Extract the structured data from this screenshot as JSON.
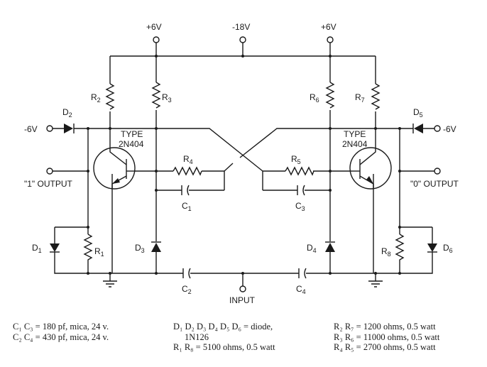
{
  "labels": {
    "p6v_left": "+6V",
    "m18v": "-18V",
    "p6v_right": "+6V",
    "m6v_left": "-6V",
    "m6v_right": "-6V",
    "out1": "\"1\" OUTPUT",
    "out0": "\"0\" OUTPUT",
    "input": "INPUT",
    "type_left": "TYPE",
    "model_left": "2N404",
    "type_right": "TYPE",
    "model_right": "2N404"
  },
  "components": {
    "R2": "R2",
    "R3": "R3",
    "R4": "R4",
    "R5": "R5",
    "R6": "R6",
    "R7": "R7",
    "R8": "R8",
    "R1": "R1",
    "C1": "C1",
    "C2": "C2",
    "C3": "C3",
    "C4": "C4",
    "D1": "D1",
    "D2": "D2",
    "D3": "D3",
    "D4": "D4",
    "D5": "D5",
    "D6": "D6"
  },
  "legend": {
    "col1": [
      "C₁ C₃ = 180 pf, mica, 24 v.",
      "C₂ C₄ = 430 pf, mica, 24 v."
    ],
    "col2": [
      "D₁ D₂ D₃ D₄ D₅ D₆ = diode,",
      "1N126",
      "R₁ R₈ = 5100 ohms, 0.5 watt"
    ],
    "col3": [
      "R₂ R₇ = 1200 ohms, 0.5 watt",
      "R₃ R₆ = 11000 ohms, 0.5 watt",
      "R₄ R₅ = 2700 ohms, 0.5 watt"
    ]
  }
}
